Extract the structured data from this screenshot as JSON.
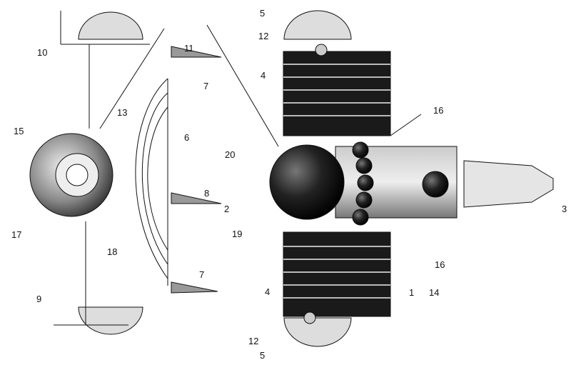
{
  "labels": {
    "l1": "1",
    "l2": "2",
    "l3": "3",
    "l4a": "4",
    "l4b": "4",
    "l5a": "5",
    "l5b": "5",
    "l6": "6",
    "l7a": "7",
    "l7b": "7",
    "l8": "8",
    "l9": "9",
    "l10": "10",
    "l11": "11",
    "l12a": "12",
    "l12b": "12",
    "l13": "13",
    "l14": "14",
    "l15": "15",
    "l16a": "16",
    "l16b": "16",
    "l17": "17",
    "l18": "18",
    "l19": "19",
    "l20": "20"
  },
  "colors": {
    "ink": "#111111",
    "panel": "#1a1a1a",
    "shade": "#bdbdbd"
  }
}
